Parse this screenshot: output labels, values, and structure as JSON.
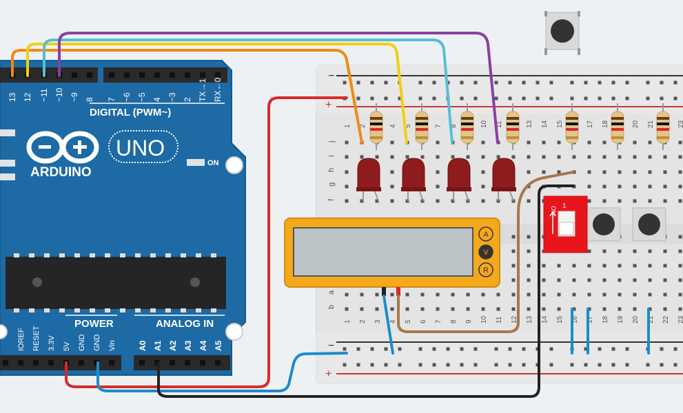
{
  "arduino": {
    "logo_text": "ARDUINO",
    "model": "UNO",
    "on_label": "ON",
    "digital_label": "DIGITAL (PWM~)",
    "power_label": "POWER",
    "analog_label": "ANALOG IN",
    "digital_pins": [
      "13",
      "12",
      "~11",
      "~10",
      "~9",
      "8",
      "7",
      "~6",
      "~5",
      "4",
      "~3",
      "2",
      "TX→1",
      "RX←0"
    ],
    "power_pins": [
      "IOREF",
      "RESET",
      "3.3V",
      "5V",
      "GND",
      "GND",
      "Vin"
    ],
    "analog_pins": [
      "A0",
      "A1",
      "A2",
      "A3",
      "A4",
      "A5"
    ]
  },
  "breadboard": {
    "rail_minus": "−",
    "rail_plus": "+",
    "row_letters_top": [
      "j",
      "i",
      "h",
      "g",
      "f"
    ],
    "row_letters_bottom": [
      "b",
      "a"
    ],
    "column_numbers": [
      "1",
      "2",
      "3",
      "4",
      "5",
      "6",
      "7",
      "8",
      "9",
      "10",
      "11",
      "12",
      "13",
      "14",
      "15",
      "16",
      "17",
      "18",
      "19",
      "20",
      "21",
      "22",
      "23"
    ]
  },
  "multimeter": {
    "buttons": [
      "A",
      "V",
      "R"
    ]
  },
  "dip_switch": {
    "on_label": "ON",
    "position_label": "1"
  },
  "colors": {
    "board": "#1d6aa5",
    "breadboard": "#e6e6e6",
    "led": "#8e1c1c",
    "wire_orange": "#f08a13",
    "wire_yellow": "#f2cf12",
    "wire_cyan": "#57bfd1",
    "wire_purple": "#8a3fa5",
    "wire_red": "#d82a2a",
    "wire_black": "#222222",
    "wire_blue": "#1a8ccc",
    "wire_brown": "#a7774d",
    "multimeter": "#f4a81c",
    "dip_switch": "#e8161b"
  }
}
